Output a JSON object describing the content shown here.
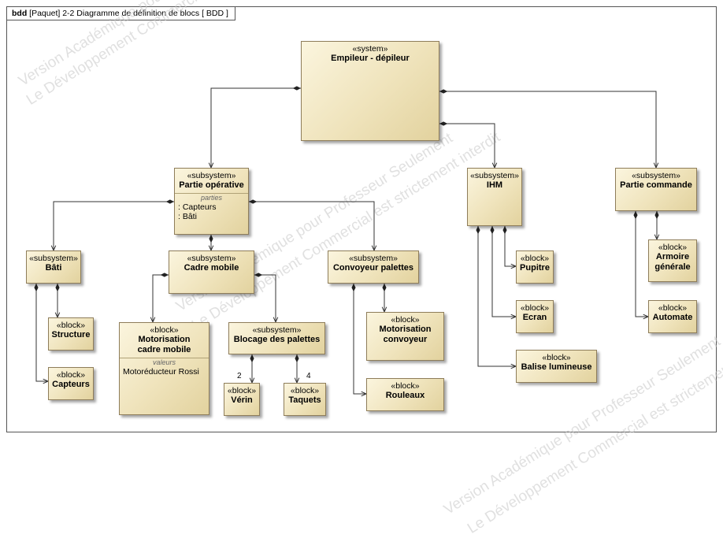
{
  "frame": {
    "kind": "bdd",
    "package": "[Paquet]",
    "name": "2-2 Diagramme de définition de blocs",
    "diagram": "[ BDD ]"
  },
  "blocks": {
    "empileur": {
      "stereotype": "«system»",
      "name": "Empileur - dépileur"
    },
    "partie_operative": {
      "stereotype": "«subsystem»",
      "name": "Partie opérative",
      "compartment": "parties",
      "parts": [
        ": Capteurs",
        ": Bâti"
      ]
    },
    "ihm": {
      "stereotype": "«subsystem»",
      "name": "IHM"
    },
    "partie_commande": {
      "stereotype": "«subsystem»",
      "name": "Partie commande"
    },
    "bati": {
      "stereotype": "«subsystem»",
      "name": "Bâti"
    },
    "cadre_mobile": {
      "stereotype": "«subsystem»",
      "name": "Cadre mobile"
    },
    "convoyeur_palettes": {
      "stereotype": "«subsystem»",
      "name": "Convoyeur palettes"
    },
    "structure": {
      "stereotype": "«block»",
      "name": "Structure"
    },
    "capteurs": {
      "stereotype": "«block»",
      "name": "Capteurs"
    },
    "motorisation_cadre": {
      "stereotype": "«block»",
      "name": "Motorisation cadre mobile",
      "compartment": "valeurs",
      "value": "Motoréducteur Rossi"
    },
    "blocage_palettes": {
      "stereotype": "«subsystem»",
      "name": "Blocage des palettes"
    },
    "verin": {
      "stereotype": "«block»",
      "name": "Vérin"
    },
    "taquets": {
      "stereotype": "«block»",
      "name": "Taquets"
    },
    "motorisation_convoyeur": {
      "stereotype": "«block»",
      "name": "Motorisation convoyeur"
    },
    "rouleaux": {
      "stereotype": "«block»",
      "name": "Rouleaux"
    },
    "pupitre": {
      "stereotype": "«block»",
      "name": "Pupitre"
    },
    "ecran": {
      "stereotype": "«block»",
      "name": "Ecran"
    },
    "balise": {
      "stereotype": "«block»",
      "name": "Balise lumineuse"
    },
    "armoire": {
      "stereotype": "«block»",
      "name": "Armoire générale"
    },
    "automate": {
      "stereotype": "«block»",
      "name": "Automate"
    }
  },
  "multiplicities": {
    "verin": "2",
    "taquets": "4"
  },
  "watermarks": [
    "Version Académique pour Professeur Seulement",
    "Le Développement Commercial est strictement interdit"
  ]
}
